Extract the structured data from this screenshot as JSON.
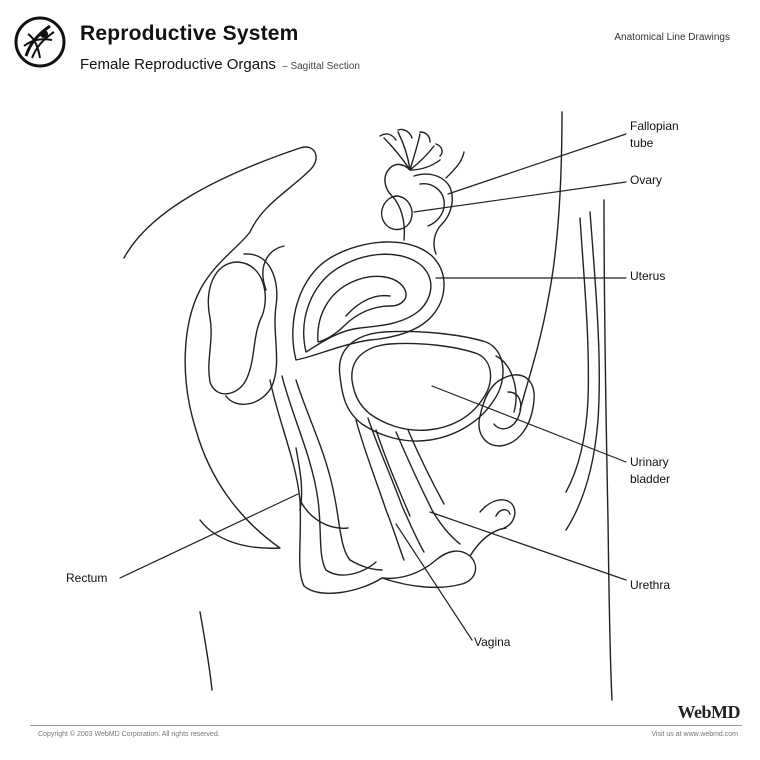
{
  "header": {
    "title": "Reproductive System",
    "subtitle": "Female Reproductive Organs",
    "section": "– Sagittal Section",
    "tagline": "Anatomical Line Drawings"
  },
  "labels": {
    "fallopian_tube": "Fallopian",
    "fallopian_tube_2": "tube",
    "ovary": "Ovary",
    "uterus": "Uterus",
    "urinary_bladder": "Urinary",
    "urinary_bladder_2": "bladder",
    "rectum": "Rectum",
    "urethra": "Urethra",
    "vagina": "Vagina"
  },
  "footer": {
    "copyright": "Copyright © 2003 WebMD Corporation. All rights reserved.",
    "brand": "WebMD",
    "url": "Visit us at www.webmd.com"
  }
}
